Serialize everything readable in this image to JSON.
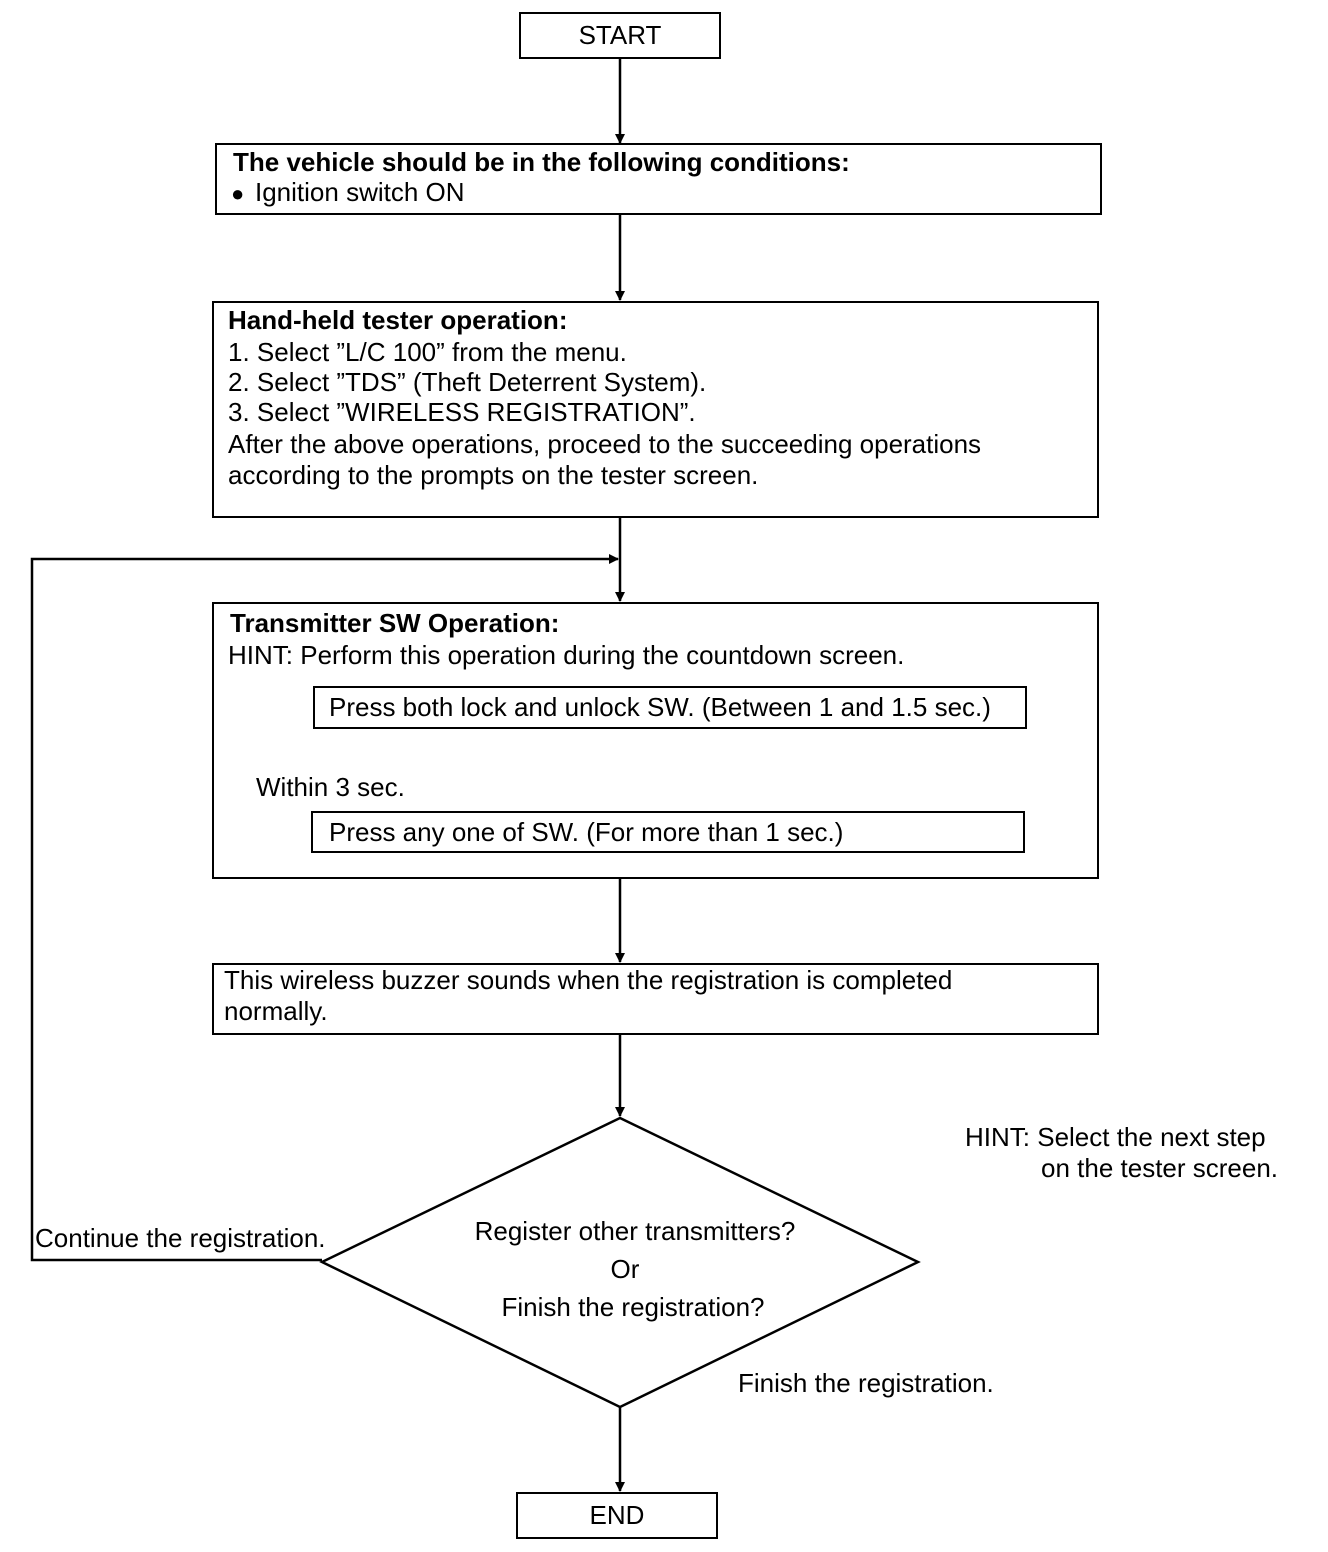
{
  "start": "START",
  "end": "END",
  "conditions": {
    "title": "The vehicle should be in the following conditions:",
    "bullet": "●",
    "item": "Ignition switch ON"
  },
  "tester": {
    "title": "Hand-held tester operation:",
    "lines": [
      "1. Select ”L/C 100” from the menu.",
      "2. Select ”TDS” (Theft Deterrent System).",
      "3. Select ”WIRELESS REGISTRATION”.",
      "After the above operations, proceed to the succeeding operations",
      "according to the prompts on the tester screen."
    ]
  },
  "transmitter": {
    "title": "Transmitter SW Operation:",
    "hint": "HINT: Perform this operation during the countdown screen.",
    "step1": "Press both lock and unlock SW. (Between 1 and 1.5 sec.)",
    "step2": "Press any one of SW. (For more than 1 sec.)",
    "within": "Within 3 sec."
  },
  "buzzer": {
    "lines": [
      "This wireless buzzer sounds when the registration is completed",
      "normally."
    ]
  },
  "decision": {
    "lines": [
      "Register other transmitters?",
      "Or",
      "Finish the registration?"
    ],
    "hint_lines": [
      "HINT: Select the next step",
      "on the tester screen."
    ],
    "continue_label": "Continue the registration.",
    "finish_label": "Finish the registration."
  }
}
